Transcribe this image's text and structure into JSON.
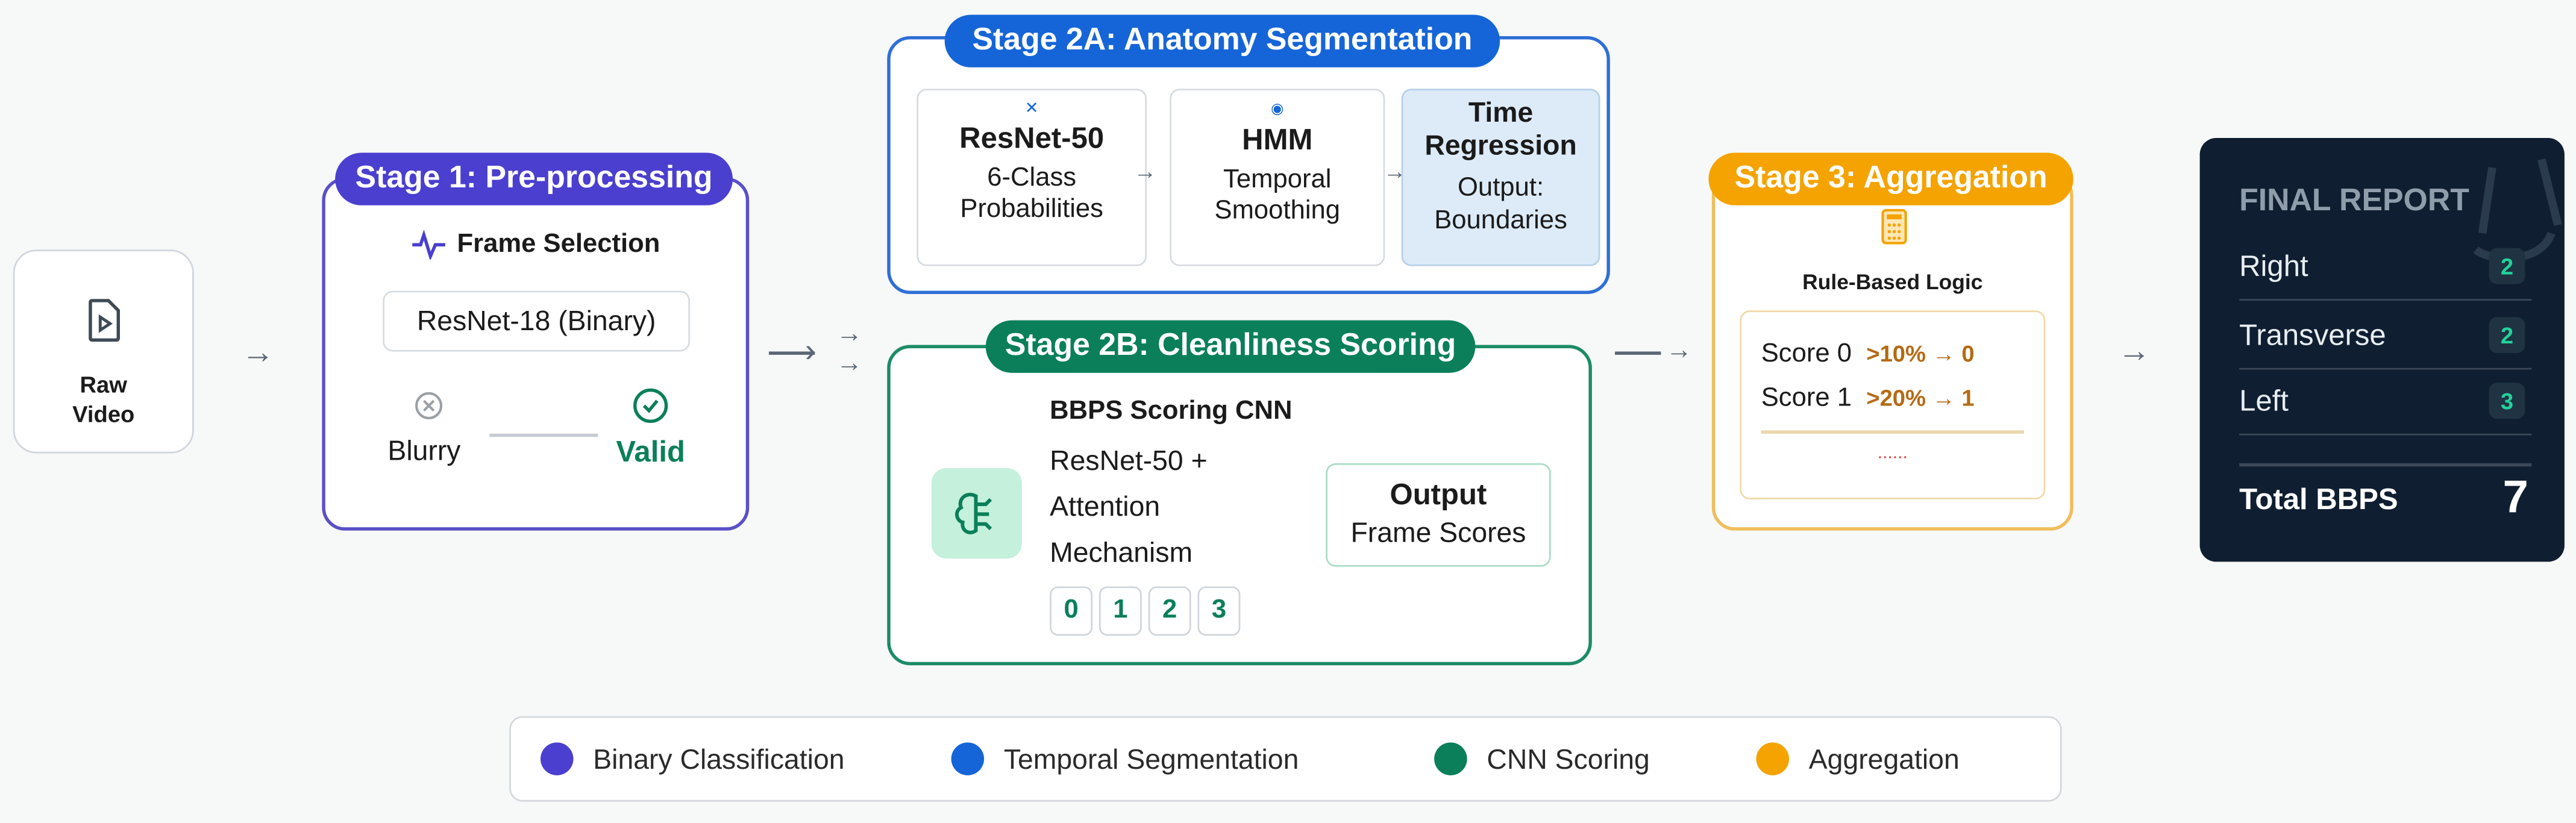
{
  "colors": {
    "stage1": "#4a3fcf",
    "stage2a": "#1565d8",
    "stage2b": "#0a7f5a",
    "stage3": "#f4a300",
    "report_bg": "#0f1e30"
  },
  "raw_video": {
    "icon": "video-file-icon",
    "label_line1": "Raw",
    "label_line2": "Video"
  },
  "stage1": {
    "title": "Stage 1: Pre-processing",
    "heading_icon": "pulse-icon",
    "heading": "Frame Selection",
    "model": "ResNet-18 (Binary)",
    "blurry_label": "Blurry",
    "valid_label": "Valid"
  },
  "stage2a": {
    "title": "Stage 2A: Anatomy Segmentation",
    "steps": [
      {
        "icon": "expand-icon",
        "title": "ResNet-50",
        "line1": "6-Class",
        "line2": "Probabilities"
      },
      {
        "icon": "target-icon",
        "title": "HMM",
        "line1": "Temporal",
        "line2": "Smoothing"
      },
      {
        "title_line1": "Time",
        "title_line2": "Regression",
        "line1": "Output:",
        "line2": "Boundaries"
      }
    ]
  },
  "stage2b": {
    "title": "Stage 2B: Cleanliness Scoring",
    "icon": "brain-icon",
    "heading": "BBPS Scoring CNN",
    "desc_line1": "ResNet-50 +",
    "desc_line2": "Attention",
    "desc_line3": "Mechanism",
    "scores": [
      "0",
      "1",
      "2",
      "3"
    ],
    "output_title": "Output",
    "output_sub": "Frame Scores"
  },
  "stage3": {
    "title": "Stage 3: Aggregation",
    "icon": "calculator-icon",
    "heading": "Rule-Based Logic",
    "rules": [
      {
        "label": "Score 0",
        "rule": ">10% → 0"
      },
      {
        "label": "Score 1",
        "rule": ">20% → 1"
      }
    ],
    "ellipsis": "......"
  },
  "report": {
    "title": "FINAL REPORT",
    "rows": [
      {
        "label": "Right",
        "value": "2"
      },
      {
        "label": "Transverse",
        "value": "2"
      },
      {
        "label": "Left",
        "value": "3"
      }
    ],
    "total_label": "Total BBPS",
    "total_value": "7"
  },
  "legend": [
    {
      "label": "Binary Classification",
      "color": "#4a3fcf"
    },
    {
      "label": "Temporal Segmentation",
      "color": "#1565d8"
    },
    {
      "label": "CNN Scoring",
      "color": "#0a7f5a"
    },
    {
      "label": "Aggregation",
      "color": "#f4a300"
    }
  ]
}
